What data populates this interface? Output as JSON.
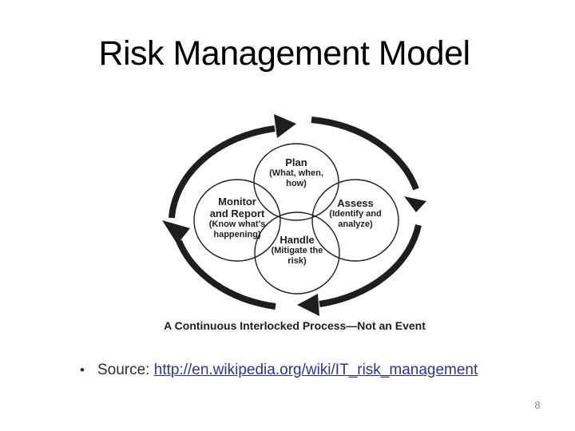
{
  "slide": {
    "title": "Risk Management Model",
    "page_number": "8"
  },
  "diagram": {
    "caption": "A Continuous Interlocked Process—Not an Event",
    "nodes": {
      "plan": {
        "title_lines": [
          "Plan"
        ],
        "sub_lines": [
          "(What, when,",
          "how)"
        ]
      },
      "monitor": {
        "title_lines": [
          "Monitor",
          "and Report"
        ],
        "sub_lines": [
          "(Know what's",
          "happening)"
        ]
      },
      "assess": {
        "title_lines": [
          "Assess"
        ],
        "sub_lines": [
          "(Identify and",
          "analyze)"
        ]
      },
      "handle": {
        "title_lines": [
          "Handle"
        ],
        "sub_lines": [
          "(Mitigate the",
          "risk)"
        ]
      }
    }
  },
  "source": {
    "bullet": "•",
    "label": "Source:",
    "url": "http://en.wikipedia.org/wiki/IT_risk_management"
  },
  "colors": {
    "title_text": "#000000",
    "diagram_ink": "#1e1e1e",
    "source_text": "#33302c",
    "link": "#31319b",
    "page_number": "#8c8c8c"
  }
}
